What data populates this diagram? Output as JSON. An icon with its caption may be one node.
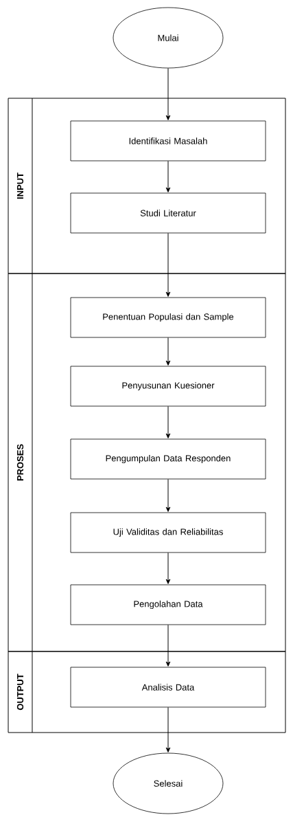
{
  "diagram": {
    "nodes": [
      {
        "text": [
          "Mulai"
        ]
      },
      {
        "text": [
          "INPUT"
        ]
      },
      {
        "text": [
          "Identifikasi Masalah"
        ],
        "in": 1
      },
      {
        "text": [
          "Studi Literatur"
        ],
        "in": 1
      },
      {
        "text": [
          "PROSES"
        ]
      },
      {
        "text": [
          "Penentuan Populasi dan Sample"
        ],
        "in": 4
      },
      {
        "text": [
          "Penyusunan Kuesioner"
        ],
        "in": 4
      },
      {
        "text": [
          "Pengumpulan Data Responden"
        ],
        "in": 4
      },
      {
        "text": [
          "Uji Validitas dan Reliabilitas"
        ],
        "in": 4
      },
      {
        "text": [
          "Pengolahan Data"
        ],
        "in": 4
      },
      {
        "text": [
          "OUTPUT"
        ]
      },
      {
        "text": [
          "Analisis Data"
        ],
        "in": 10
      },
      {
        "text": [
          "Selesai"
        ]
      }
    ],
    "edges": [
      {
        "from": 0,
        "to": 2,
        "arrow": "to"
      },
      {
        "from": 2,
        "to": 3,
        "arrow": "to"
      },
      {
        "from": 3,
        "to": 5,
        "arrow": "to"
      },
      {
        "from": 5,
        "to": 6,
        "arrow": "to"
      },
      {
        "from": 6,
        "to": 7,
        "arrow": "to"
      },
      {
        "from": 7,
        "to": 8,
        "arrow": "to"
      },
      {
        "from": 8,
        "to": 9,
        "arrow": "to"
      },
      {
        "from": 9,
        "to": 11,
        "arrow": "to"
      },
      {
        "from": 11,
        "to": 12,
        "arrow": "to"
      }
    ]
  }
}
